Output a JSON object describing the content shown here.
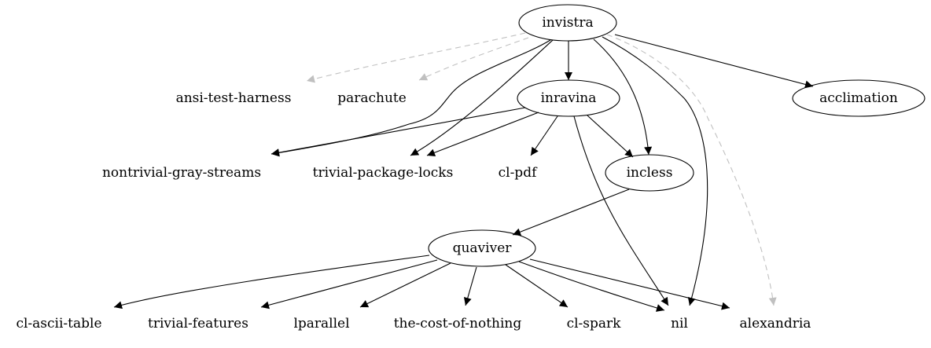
{
  "nodes": [
    {
      "id": "invistra",
      "label": "invistra",
      "shape": "ellipse"
    },
    {
      "id": "inravina",
      "label": "inravina",
      "shape": "ellipse"
    },
    {
      "id": "acclimation",
      "label": "acclimation",
      "shape": "ellipse"
    },
    {
      "id": "incless",
      "label": "incless",
      "shape": "ellipse"
    },
    {
      "id": "quaviver",
      "label": "quaviver",
      "shape": "ellipse"
    },
    {
      "id": "ansi-test-harness",
      "label": "ansi-test-harness",
      "shape": "plain"
    },
    {
      "id": "parachute",
      "label": "parachute",
      "shape": "plain"
    },
    {
      "id": "nontrivial-gray-streams",
      "label": "nontrivial-gray-streams",
      "shape": "plain"
    },
    {
      "id": "trivial-package-locks",
      "label": "trivial-package-locks",
      "shape": "plain"
    },
    {
      "id": "cl-pdf",
      "label": "cl-pdf",
      "shape": "plain"
    },
    {
      "id": "cl-ascii-table",
      "label": "cl-ascii-table",
      "shape": "plain"
    },
    {
      "id": "trivial-features",
      "label": "trivial-features",
      "shape": "plain"
    },
    {
      "id": "lparallel",
      "label": "lparallel",
      "shape": "plain"
    },
    {
      "id": "the-cost-of-nothing",
      "label": "the-cost-of-nothing",
      "shape": "plain"
    },
    {
      "id": "cl-spark",
      "label": "cl-spark",
      "shape": "plain"
    },
    {
      "id": "nil",
      "label": "nil",
      "shape": "plain"
    },
    {
      "id": "alexandria",
      "label": "alexandria",
      "shape": "plain"
    }
  ],
  "edges": [
    {
      "from": "invistra",
      "to": "ansi-test-harness",
      "style": "dashed"
    },
    {
      "from": "invistra",
      "to": "parachute",
      "style": "dashed"
    },
    {
      "from": "invistra",
      "to": "nontrivial-gray-streams",
      "style": "solid"
    },
    {
      "from": "invistra",
      "to": "trivial-package-locks",
      "style": "solid"
    },
    {
      "from": "invistra",
      "to": "inravina",
      "style": "solid"
    },
    {
      "from": "invistra",
      "to": "incless",
      "style": "solid"
    },
    {
      "from": "invistra",
      "to": "nil",
      "style": "solid"
    },
    {
      "from": "invistra",
      "to": "alexandria",
      "style": "dashed"
    },
    {
      "from": "invistra",
      "to": "acclimation",
      "style": "solid"
    },
    {
      "from": "inravina",
      "to": "nontrivial-gray-streams",
      "style": "solid"
    },
    {
      "from": "inravina",
      "to": "trivial-package-locks",
      "style": "solid"
    },
    {
      "from": "inravina",
      "to": "cl-pdf",
      "style": "solid"
    },
    {
      "from": "inravina",
      "to": "incless",
      "style": "solid"
    },
    {
      "from": "inravina",
      "to": "nil",
      "style": "solid"
    },
    {
      "from": "incless",
      "to": "quaviver",
      "style": "solid"
    },
    {
      "from": "quaviver",
      "to": "cl-ascii-table",
      "style": "solid"
    },
    {
      "from": "quaviver",
      "to": "trivial-features",
      "style": "solid"
    },
    {
      "from": "quaviver",
      "to": "lparallel",
      "style": "solid"
    },
    {
      "from": "quaviver",
      "to": "the-cost-of-nothing",
      "style": "solid"
    },
    {
      "from": "quaviver",
      "to": "cl-spark",
      "style": "solid"
    },
    {
      "from": "quaviver",
      "to": "nil",
      "style": "solid"
    },
    {
      "from": "quaviver",
      "to": "alexandria",
      "style": "solid"
    }
  ],
  "colors": {
    "solid": "#000000",
    "dashed": "#c0c0c0"
  }
}
